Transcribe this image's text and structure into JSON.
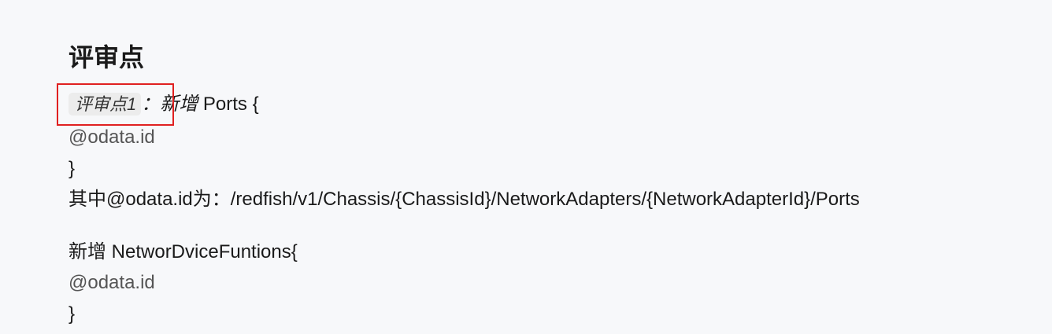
{
  "heading": "评审点",
  "review_tag": "评审点1",
  "review_colon_new": "：新增",
  "ports_line": " Ports {",
  "odata_id": "@odata.id",
  "close_brace": "}",
  "where_line": "其中@odata.id为：/redfish/v1/Chassis/{ChassisId}/NetworkAdapters/{NetworkAdapterId}/Ports",
  "ndf_line": "新增 NetworDviceFuntions{",
  "highlight_color": "#e02020"
}
